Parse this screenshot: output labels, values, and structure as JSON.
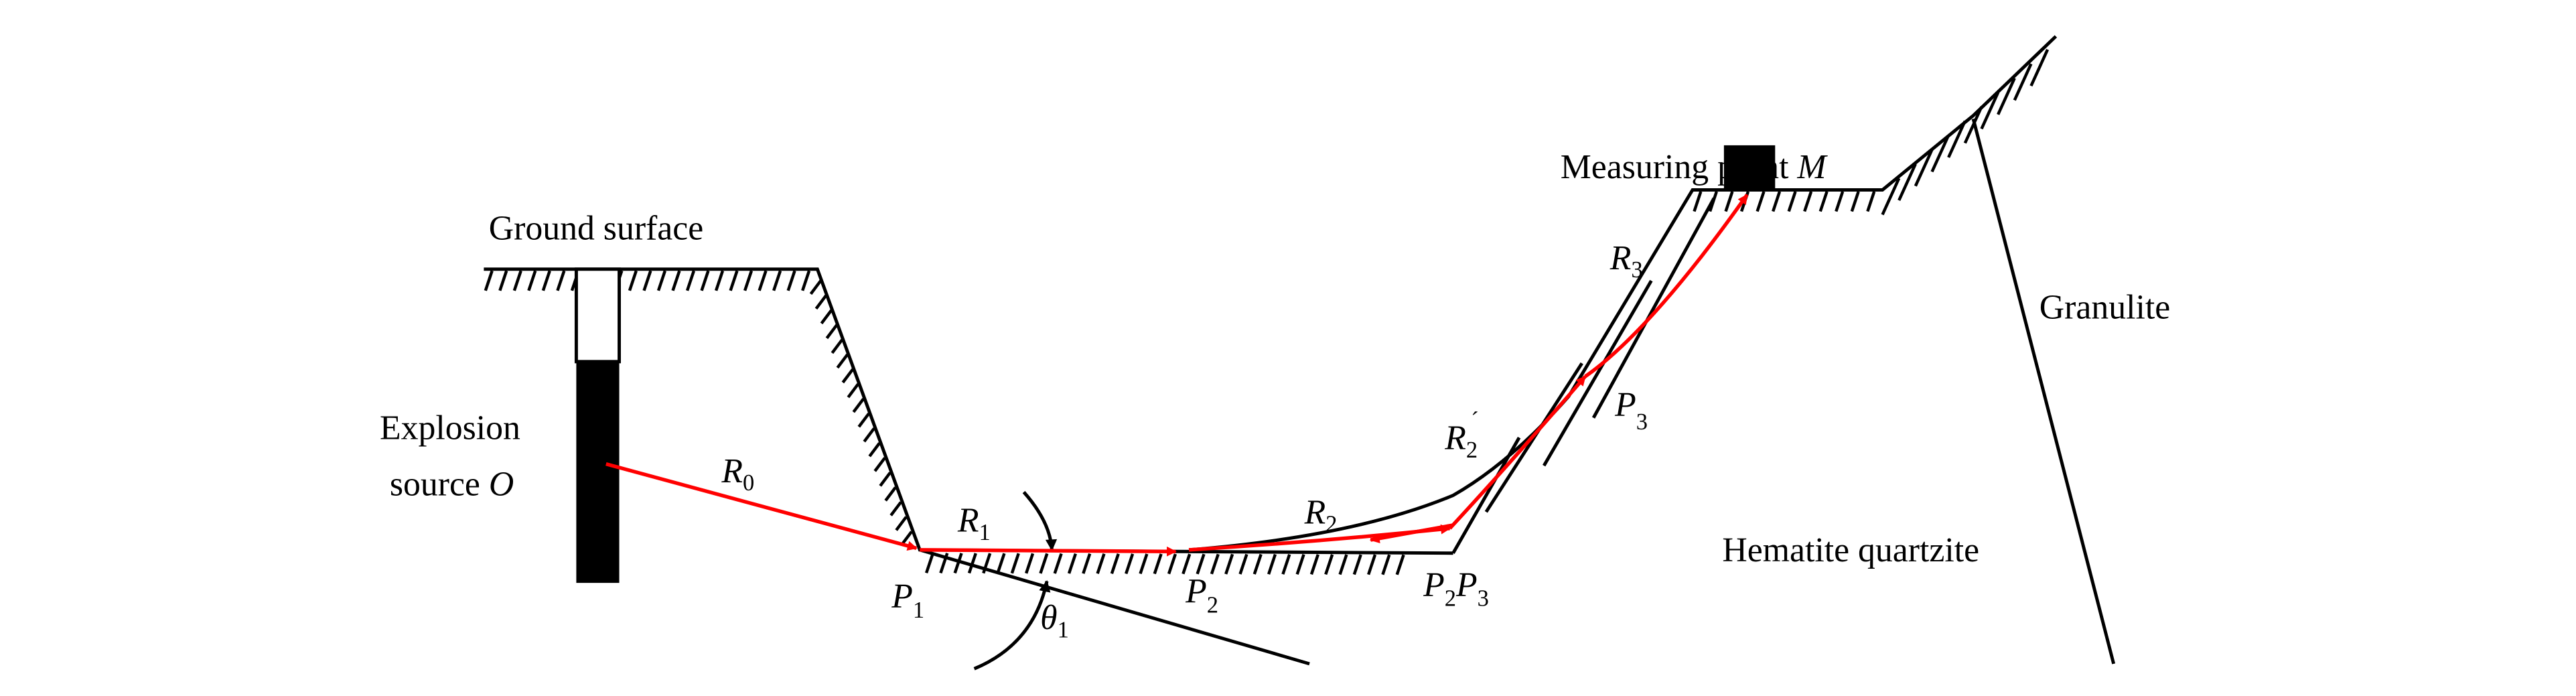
{
  "labels": {
    "ground_surface": "Ground surface",
    "explosion_line1": "Explosion",
    "explosion_line2": "source ",
    "explosion_symbol": "O",
    "measuring_point": "Measuring point ",
    "measuring_symbol": "M",
    "granulite": "Granulite",
    "hematite_quartzite": "Hematite quartzite"
  },
  "symbols": {
    "R0": {
      "main": "R",
      "sub": "0"
    },
    "R1": {
      "main": "R",
      "sub": "1"
    },
    "R2": {
      "main": "R",
      "sub": "2"
    },
    "R2p": {
      "main": "R",
      "sub": "2",
      "prime": "´"
    },
    "R3": {
      "main": "R",
      "sub": "3"
    },
    "P1": {
      "main": "P",
      "sub": "1"
    },
    "P2": {
      "main": "P",
      "sub": "2"
    },
    "P2P3": {
      "main1": "P",
      "sub1": "2",
      "main2": "P",
      "sub2": "3"
    },
    "P3": {
      "main": "P",
      "sub": "3"
    },
    "theta1": {
      "main": "θ",
      "sub": "1"
    }
  },
  "colors": {
    "ray": "#ff0000",
    "line": "#000000"
  }
}
